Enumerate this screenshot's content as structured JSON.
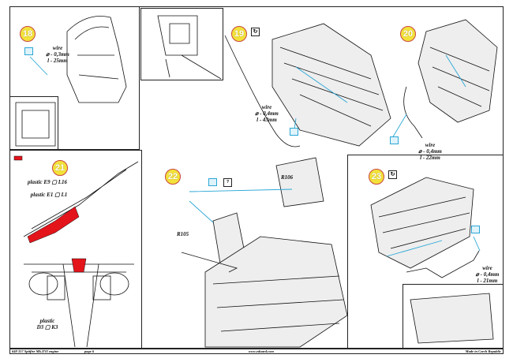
{
  "steps": {
    "s18": {
      "number": "18",
      "wire_label": "wire",
      "wire_diameter": "⌀ - 0,3mm",
      "wire_length": "l - 25mm"
    },
    "s19": {
      "number": "19",
      "wire_label": "wire",
      "wire_diameter": "⌀ - 0,4mm",
      "wire_length": "l - 43mm"
    },
    "s20": {
      "number": "20",
      "wire_label": "wire",
      "wire_diameter": "⌀ - 0,4mm",
      "wire_length": "l - 22mm"
    },
    "s21": {
      "number": "21",
      "part_a": "plastic E9",
      "part_a_ref": "L16",
      "part_b": "plastic E1",
      "part_b_ref": "L1",
      "part_c": "plastic",
      "part_c_ref": "D3",
      "part_c_ref2": "K3"
    },
    "s22": {
      "number": "22",
      "label_r106": "R106",
      "label_r105": "R105"
    },
    "s23": {
      "number": "23",
      "wire_label": "wire",
      "wire_diameter": "⌀ - 0,4mm",
      "wire_length": "l - 21mm"
    }
  },
  "icons": {
    "flip": "rotate-model-icon",
    "paint": "red-paint-swatch",
    "wire": "wire-color-code"
  },
  "colors": {
    "highlight": "#e4141b",
    "wire": "#2aa7d6",
    "step_badge": "#f2e23a"
  },
  "footer": {
    "product": "648 317 Spitfire Mk.XVI engine",
    "page": "page 6",
    "website": "www.eduard.com",
    "origin": "Made in Czech Republic"
  }
}
